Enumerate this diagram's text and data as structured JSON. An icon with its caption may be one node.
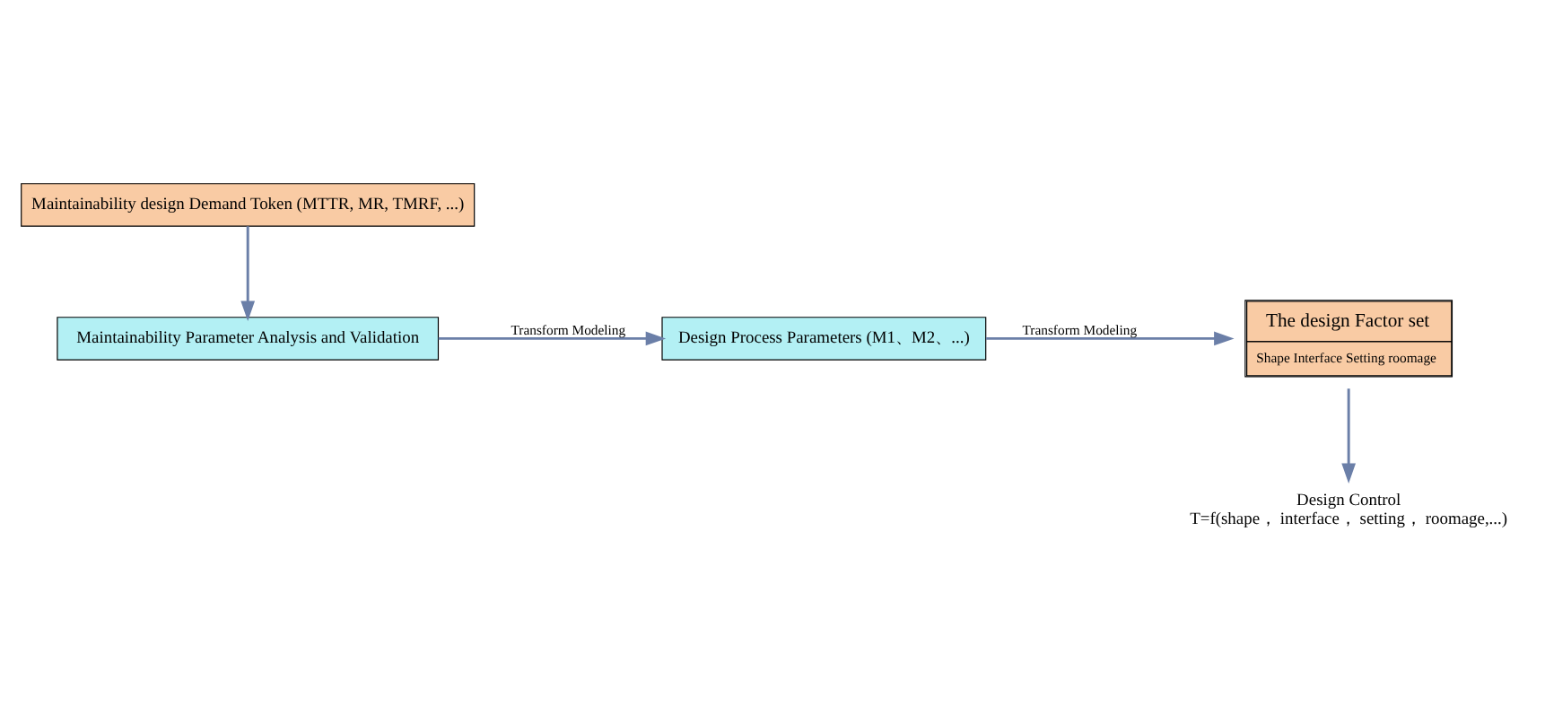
{
  "diagram": {
    "nodes": [
      {
        "text": [
          "Maintainability design Demand Token (MTTR, MR, TMRF, ...)"
        ]
      },
      {
        "text": [
          "Maintainability Parameter Analysis and Validation"
        ]
      },
      {
        "text": [
          "Design Process Parameters (M1、M2、...)"
        ]
      },
      {
        "text": [
          "The design Factor set",
          "Shape Interface Setting roomage"
        ]
      },
      {
        "text": [
          "Design Control",
          "T=f(shape， interface， setting， roomage,...)"
        ]
      }
    ],
    "edges": [
      {
        "from": 0,
        "to": 1,
        "arrow": "to"
      },
      {
        "from": 1,
        "to": 2,
        "arrow": "to",
        "label": "Transform Modeling"
      },
      {
        "from": 2,
        "to": 3,
        "arrow": "to",
        "label": "Transform Modeling"
      },
      {
        "from": 3,
        "to": 4,
        "arrow": "to"
      }
    ]
  }
}
